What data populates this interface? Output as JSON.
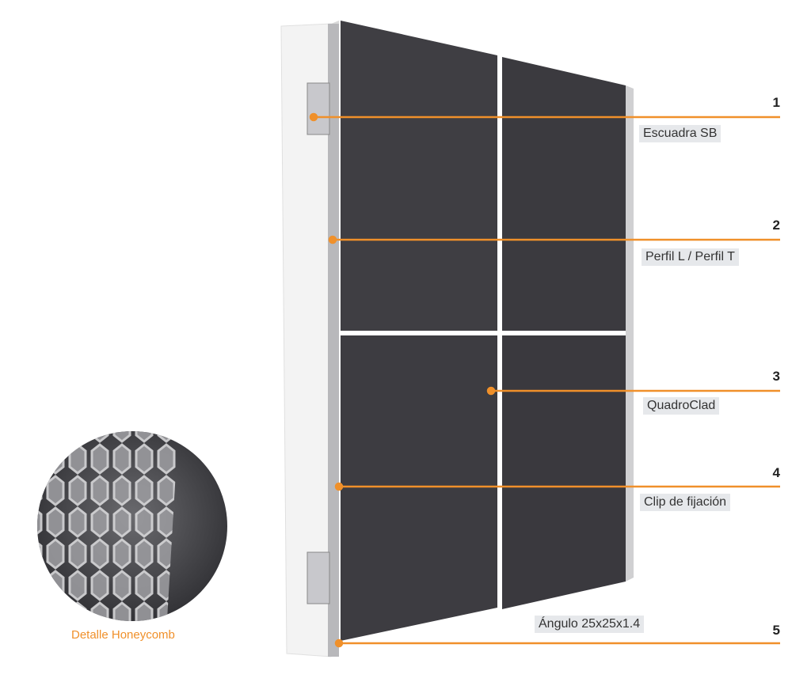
{
  "colors": {
    "accent": "#f0902a",
    "panel": "#3d3c41",
    "wall": "#f1f1f1"
  },
  "callouts": [
    {
      "number": "1",
      "label": "Escuadra SB"
    },
    {
      "number": "2",
      "label": "Perfil L / Perfil T"
    },
    {
      "number": "3",
      "label": "QuadroClad"
    },
    {
      "number": "4",
      "label": "Clip de fijación"
    },
    {
      "number": "5",
      "label": "Ángulo 25x25x1.4"
    }
  ],
  "detail_label": "Detalle Honeycomb"
}
